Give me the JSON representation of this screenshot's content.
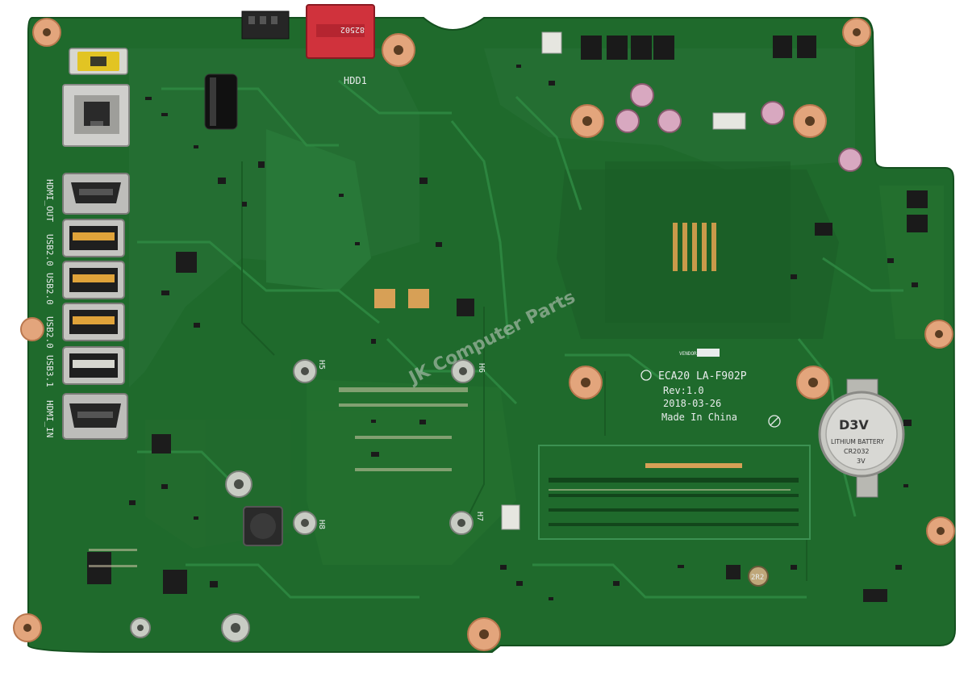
{
  "board": {
    "pcb_color": "#1f6a2c",
    "trace_color": "#2a7d3a",
    "pad_color": "#e3a57c"
  },
  "silkscreen": {
    "hdd_label": "HDD1",
    "hdmi_out": "HDMI_OUT",
    "usb20_a": "USB2.0",
    "usb20_b": "USB2.0",
    "usb20_c": "USB2.0",
    "usb31": "USB3.1",
    "hdmi_in": "HDMI_IN",
    "model": "ECA20  LA-F902P",
    "revision": "Rev:1.0",
    "date": "2018-03-26",
    "origin": "Made In China",
    "vendor": "VENDOR",
    "h5": "H5",
    "h6": "H6",
    "h7": "H7",
    "h8": "H8"
  },
  "battery": {
    "brand": "D3V",
    "type": "LITHIUM BATTERY",
    "model": "CR2032",
    "voltage": "3V"
  },
  "connector_marking": "82502",
  "inductor_marking": "2R2",
  "watermark": "JK Computer Parts"
}
